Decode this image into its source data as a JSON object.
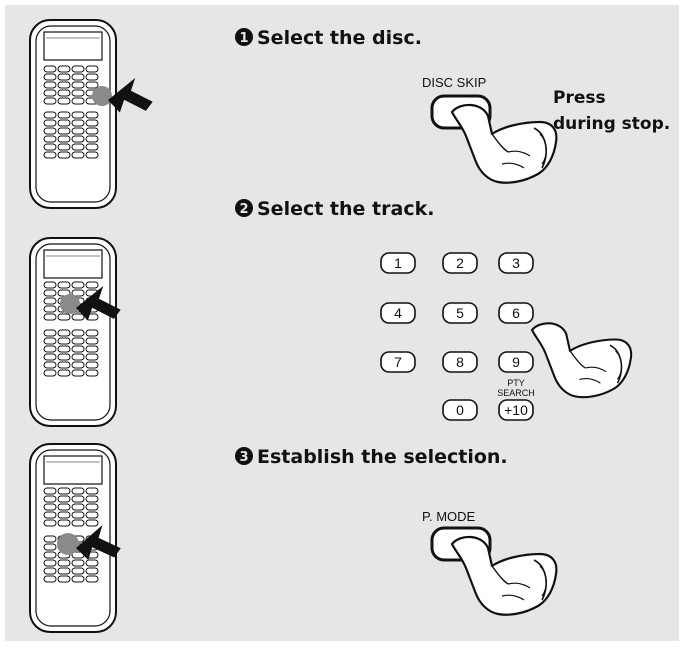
{
  "steps": [
    {
      "number": "1",
      "title": "Select the disc.",
      "button_label": "DISC SKIP",
      "note_line1": "Press",
      "note_line2": "during stop."
    },
    {
      "number": "2",
      "title": "Select the track.",
      "keypad": [
        "1",
        "2",
        "3",
        "4",
        "5",
        "6",
        "7",
        "8",
        "9",
        "0",
        "+10"
      ],
      "pty_label_line1": "PTY",
      "pty_label_line2": "SEARCH"
    },
    {
      "number": "3",
      "title": "Establish the selection.",
      "button_label": "P. MODE"
    }
  ],
  "colors": {
    "panel": "#e6e6e6",
    "ink": "#111111",
    "pointer_circle": "#8a8a8a"
  },
  "icons": [
    "remote-control-icon",
    "pointing-hand-icon",
    "arrow-icon"
  ]
}
